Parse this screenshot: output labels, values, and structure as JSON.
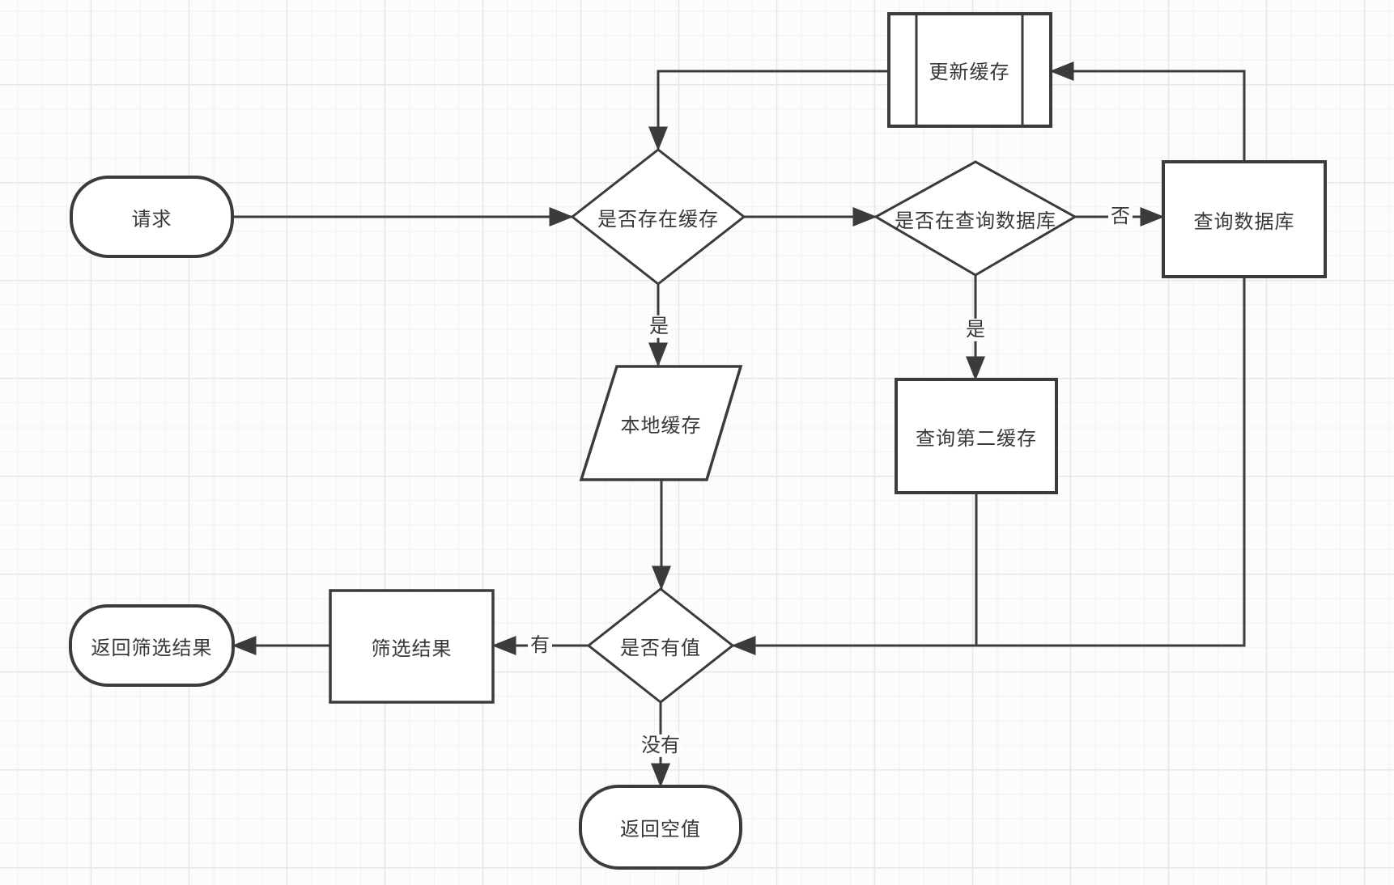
{
  "diagram": {
    "nodes": {
      "update_cache": {
        "label": "更新缓存"
      },
      "request": {
        "label": "请求"
      },
      "cache_exists": {
        "label": "是否存在缓存"
      },
      "querying_db": {
        "label": "是否在查询数据库"
      },
      "query_db": {
        "label": "查询数据库"
      },
      "local_cache": {
        "label": "本地缓存"
      },
      "query_second_cache": {
        "label": "查询第二缓存"
      },
      "has_value": {
        "label": "是否有值"
      },
      "filter_result": {
        "label": "筛选结果"
      },
      "return_filter_result": {
        "label": "返回筛选结果"
      },
      "return_null": {
        "label": "返回空值"
      }
    },
    "edge_labels": {
      "cache_exists_yes": "是",
      "querying_db_yes": "是",
      "querying_db_no": "否",
      "has_value_yes": "有",
      "has_value_no": "没有"
    },
    "colors": {
      "stroke": "#3b3b3b",
      "text": "#383838",
      "node_fill": "#ffffff",
      "background": "#fcfcfd",
      "grid_minor": "#f1f1f3",
      "grid_major": "#e7e7ea"
    }
  }
}
